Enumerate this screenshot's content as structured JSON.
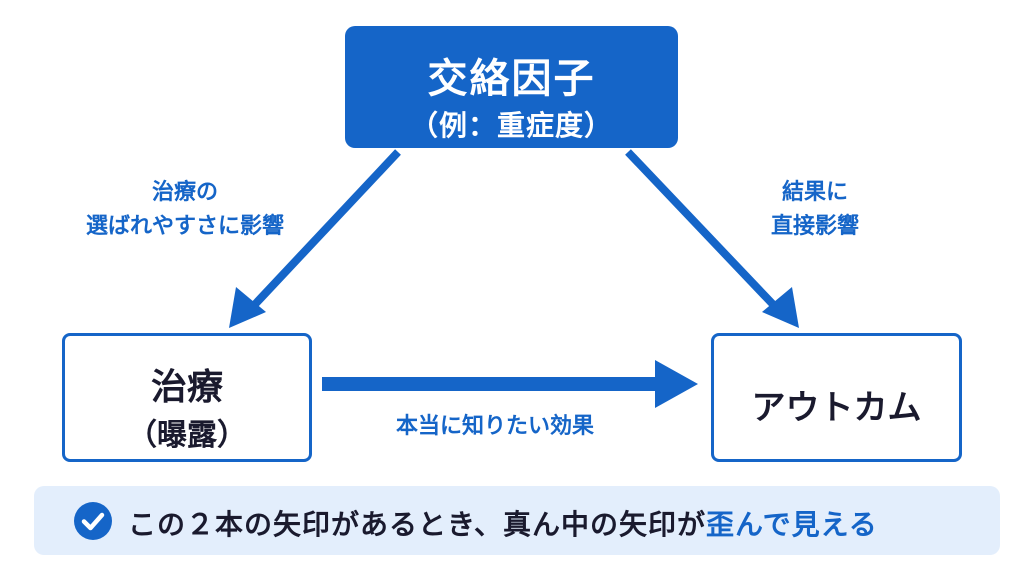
{
  "colors": {
    "accent": "#1565c8",
    "text_dark": "#1a1a2e",
    "banner_bg": "#e3eefc"
  },
  "nodes": {
    "confounder": {
      "title": "交絡因子",
      "subtitle": "（例：重症度）"
    },
    "treatment": {
      "title": "治療",
      "subtitle": "（曝露）"
    },
    "outcome": {
      "title": "アウトカム"
    }
  },
  "edges": {
    "confounder_to_treatment": {
      "line1": "治療の",
      "line2": "選ばれやすさに影響"
    },
    "confounder_to_outcome": {
      "line1": "結果に",
      "line2": "直接影響"
    },
    "treatment_to_outcome": {
      "label": "本当に知りたい効果"
    }
  },
  "banner": {
    "icon": "check-circle-icon",
    "text_main": "この２本の矢印があるとき、真ん中の矢印が",
    "text_highlight": "歪んで見える"
  }
}
